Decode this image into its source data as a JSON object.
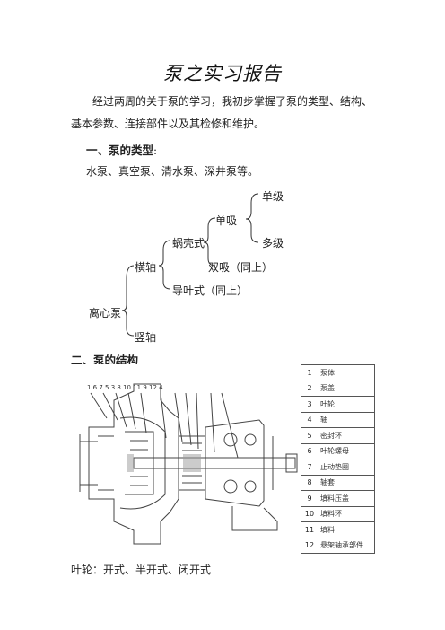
{
  "title": "泵之实习报告",
  "intro": "经过两周的关于泵的学习，我初步掌握了泵的类型、结构、基本参数、连接部件以及其检修和维护。",
  "section1": {
    "heading": "一、泵的类型",
    "colon": ":",
    "types_line": "水泵、真空泵、清水泵、深井泵等。"
  },
  "tree": {
    "root": "离心泵",
    "horizontal": "横轴",
    "vertical": "竖轴",
    "volute": "蜗壳式",
    "guide_vane": "导叶式（同上）",
    "single_suction": "单吸",
    "double_suction": "双吸（同上）",
    "single_stage": "单级",
    "multi_stage": "多级"
  },
  "section2": {
    "heading": "二、泵的结构"
  },
  "figure": {
    "callout_numbers": "1 6 7 5 3 8 10 11 9 12 4",
    "parts": [
      {
        "no": "1",
        "name": "泵体"
      },
      {
        "no": "2",
        "name": "泵盖"
      },
      {
        "no": "3",
        "name": "叶轮"
      },
      {
        "no": "4",
        "name": "轴"
      },
      {
        "no": "5",
        "name": "密封环"
      },
      {
        "no": "6",
        "name": "叶轮螺母"
      },
      {
        "no": "7",
        "name": "止动垫圈"
      },
      {
        "no": "8",
        "name": "轴套"
      },
      {
        "no": "9",
        "name": "填料压盖"
      },
      {
        "no": "10",
        "name": "填料环"
      },
      {
        "no": "11",
        "name": "填料"
      },
      {
        "no": "12",
        "name": "悬架轴承部件"
      }
    ]
  },
  "impeller_line": "叶轮：开式、半开式、闭开式"
}
